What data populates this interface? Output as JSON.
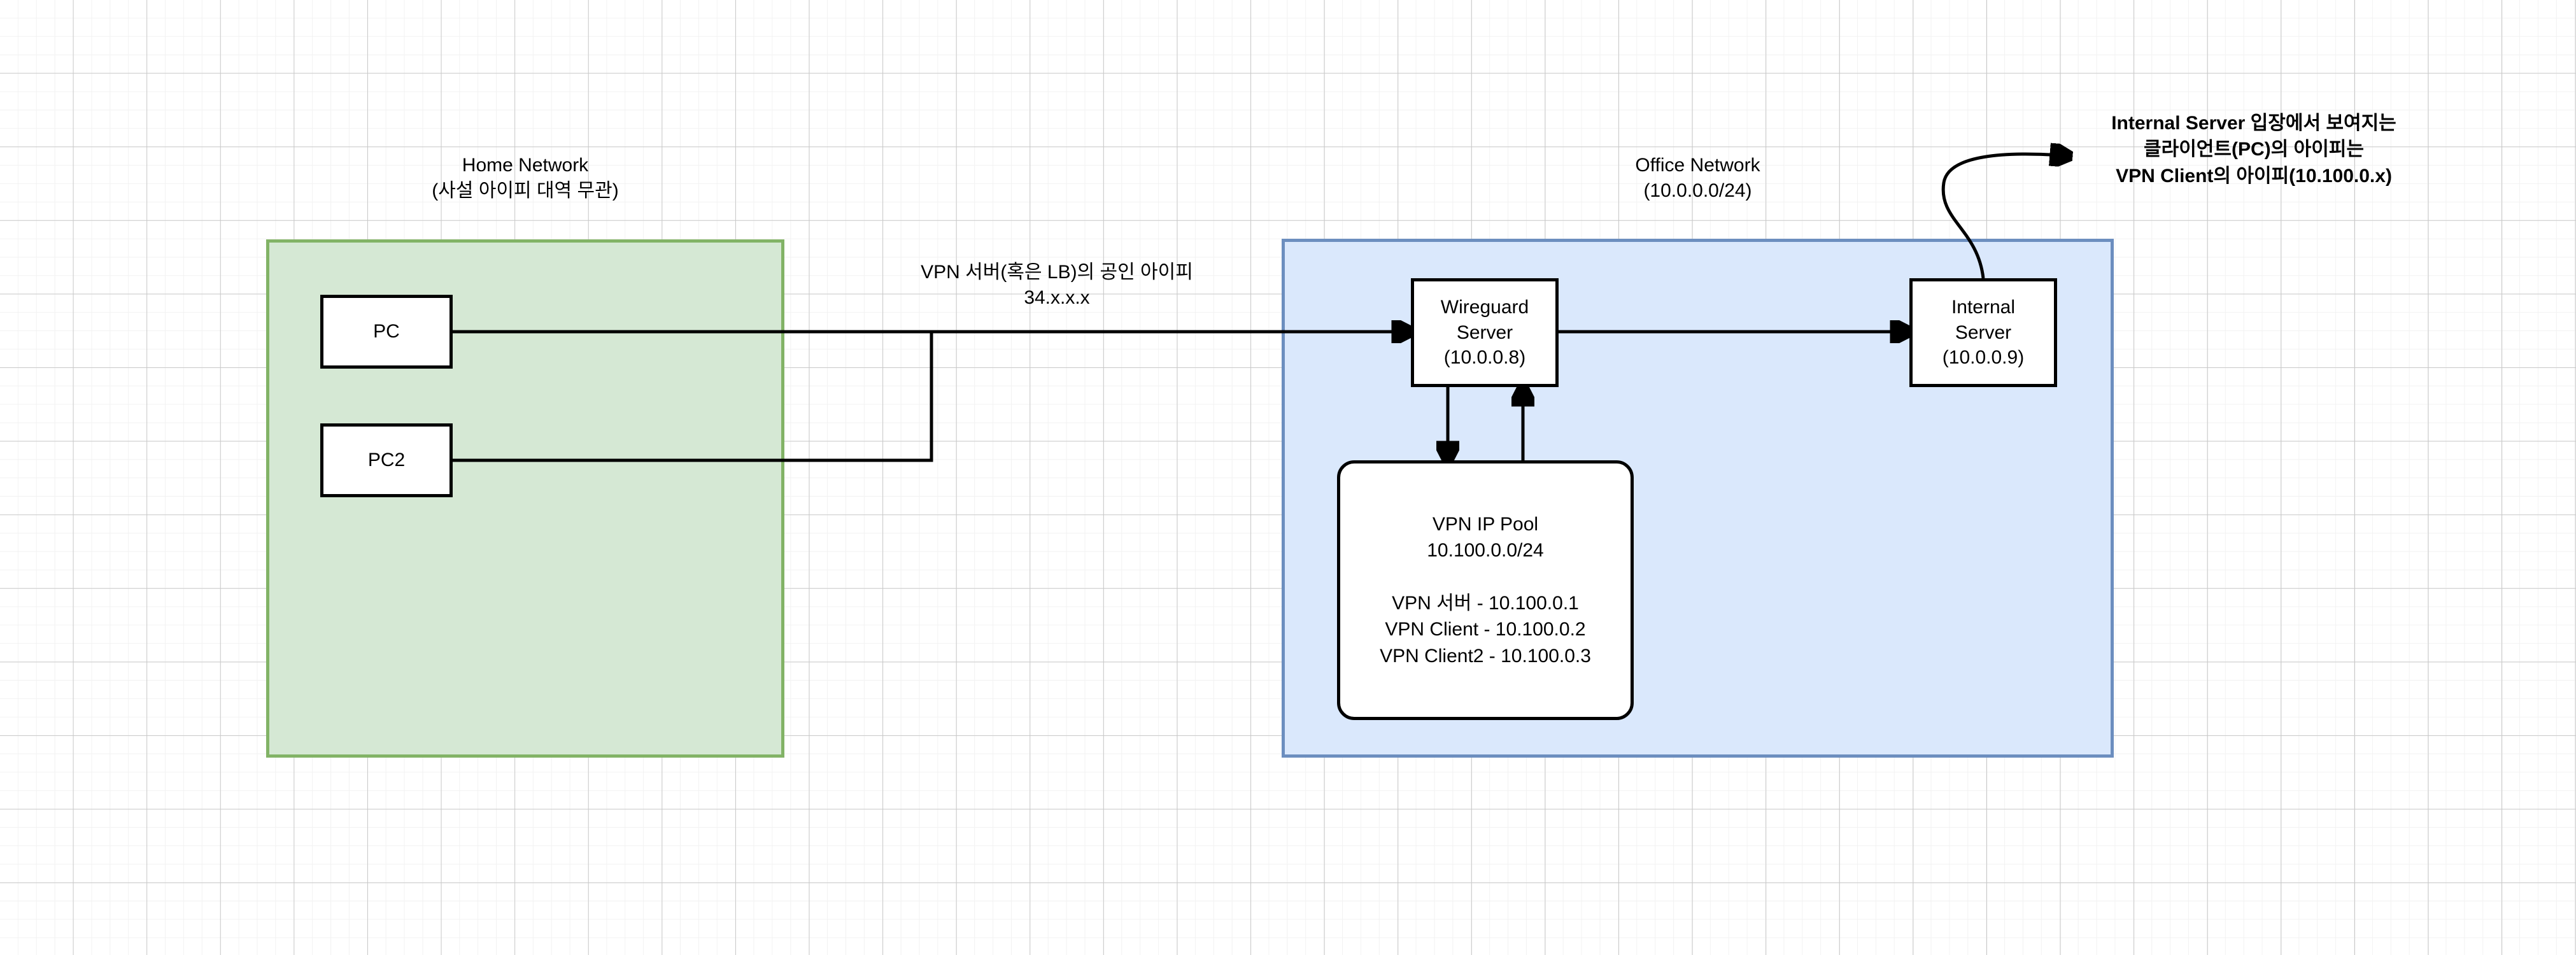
{
  "diagram": {
    "title": "VPN network topology",
    "colors": {
      "home_zone_fill": "#d5e8d4",
      "home_zone_border": "#82b366",
      "office_zone_fill": "#dae8fc",
      "office_zone_border": "#6c8ebf",
      "node_fill": "#ffffff",
      "node_border": "#000000",
      "grid_minor": "#f2f2f2",
      "grid_major": "#c9c9c9"
    }
  },
  "zones": {
    "home": {
      "label": "Home Network\n(사설 아이피 대역 무관)",
      "title": "Home Network",
      "subtitle": "(사설 아이피 대역 무관)"
    },
    "office": {
      "label": "Office Network\n(10.0.0.0/24)",
      "title": "Office Network",
      "subtitle": "(10.0.0.0/24)"
    }
  },
  "nodes": {
    "pc": {
      "label": "PC"
    },
    "pc2": {
      "label": "PC2"
    },
    "wireguard_server": {
      "label": "Wireguard\nServer\n(10.0.0.8)"
    },
    "internal_server": {
      "label": "Internal\nServer\n(10.0.0.9)"
    },
    "vpn_ip_pool": {
      "label": "VPN IP Pool\n10.100.0.0/24\n\nVPN 서버 - 10.100.0.1\nVPN Client - 10.100.0.2\nVPN Client2 - 10.100.0.3",
      "title": "VPN IP Pool",
      "cidr": "10.100.0.0/24",
      "assignments": [
        "VPN 서버 - 10.100.0.1",
        "VPN Client - 10.100.0.2",
        "VPN Client2 - 10.100.0.3"
      ]
    }
  },
  "edges": {
    "vpn_public_ip": {
      "label": "VPN 서버(혹은 LB)의 공인 아이피\n34.x.x.x",
      "line1": "VPN 서버(혹은 LB)의 공인 아이피",
      "line2": "34.x.x.x"
    }
  },
  "callout": {
    "text": "Internal Server 입장에서 보여지는\n클라이언트(PC)의 아이피는\nVPN Client의 아이피(10.100.0.x)",
    "line1": "Internal Server 입장에서 보여지는",
    "line2": "클라이언트(PC)의 아이피는",
    "line3": "VPN Client의 아이피(10.100.0.x)"
  }
}
